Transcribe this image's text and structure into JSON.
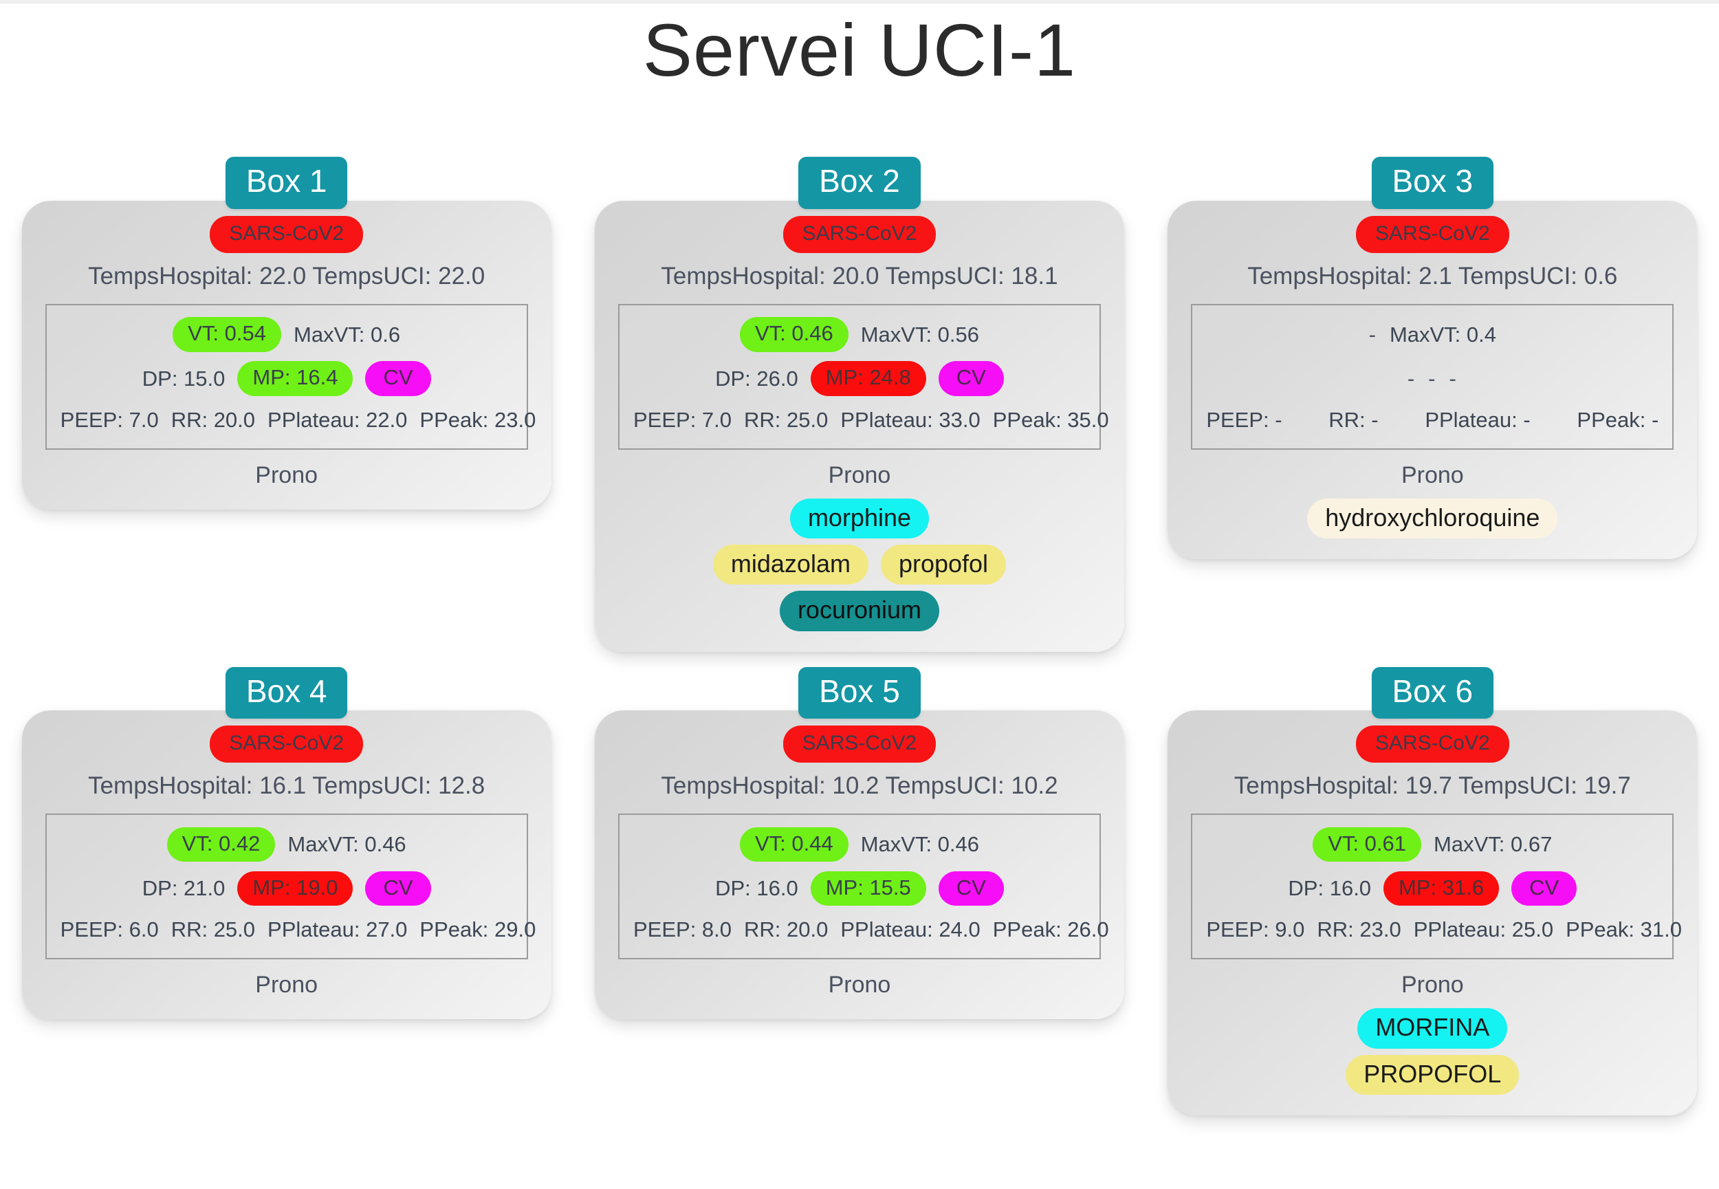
{
  "page": {
    "title": "Servei UCI-1",
    "labels": {
      "stay_prefix": "TempsHospital:",
      "icu_prefix": "TempsUCI:",
      "prono": "Prono",
      "diagnosis": "SARS-CoV2",
      "maxvt": "MaxVT:",
      "vt": "VT:",
      "dp": "DP:",
      "mp": "MP:",
      "cv": "CV",
      "peep": "PEEP:",
      "rr": "RR:",
      "pplateau": "PPlateau:",
      "ppeak": "PPeak:"
    }
  },
  "colors": {
    "tab_teal": "#1496a5",
    "badge_red": "#f81414",
    "pill_green": "#6ff016",
    "pill_red": "#fb0d0d",
    "pill_magenta": "#f60ef6",
    "med_cyan": "#15f2f2",
    "med_yellow": "#f2e882",
    "med_teal": "#169090",
    "med_cream": "#fbf3e2",
    "card_grey": "#dcdcdc",
    "text_slate": "#4a5160"
  },
  "boxes": [
    {
      "tab": "Box 1",
      "diagnosis": "SARS-CoV2",
      "stay": "TempsHospital: 22.0 TempsUCI: 22.0",
      "vt": "VT: 0.54",
      "vt_state": "green",
      "maxvt": "MaxVT: 0.6",
      "dp": "DP: 15.0",
      "mp": "MP: 16.4",
      "mp_state": "green",
      "cv": "CV",
      "peep": "PEEP: 7.0",
      "rr": "RR: 20.0",
      "pplateau": "PPlateau: 22.0",
      "ppeak": "PPeak: 23.0",
      "prono": "Prono",
      "med_rows": []
    },
    {
      "tab": "Box 2",
      "diagnosis": "SARS-CoV2",
      "stay": "TempsHospital: 20.0 TempsUCI: 18.1",
      "vt": "VT: 0.46",
      "vt_state": "green",
      "maxvt": "MaxVT: 0.56",
      "dp": "DP: 26.0",
      "mp": "MP: 24.8",
      "mp_state": "red",
      "cv": "CV",
      "peep": "PEEP: 7.0",
      "rr": "RR: 25.0",
      "pplateau": "PPlateau: 33.0",
      "ppeak": "PPeak: 35.0",
      "prono": "Prono",
      "med_rows": [
        [
          {
            "label": "morphine",
            "color": "cyan"
          }
        ],
        [
          {
            "label": "midazolam",
            "color": "yellow"
          },
          {
            "label": "propofol",
            "color": "yellow"
          }
        ],
        [
          {
            "label": "rocuronium",
            "color": "teal"
          }
        ]
      ]
    },
    {
      "tab": "Box 3",
      "diagnosis": "SARS-CoV2",
      "stay": "TempsHospital: 2.1 TempsUCI: 0.6",
      "vt": "-",
      "vt_state": "none",
      "maxvt": "MaxVT: 0.4",
      "dp": "-",
      "mp": "-",
      "mp_state": "none",
      "cv": "-",
      "peep": "PEEP: -",
      "rr": "RR: -",
      "pplateau": "PPlateau: -",
      "ppeak": "PPeak: -",
      "prono": "Prono",
      "med_rows": [
        [
          {
            "label": "hydroxychloroquine",
            "color": "cream"
          }
        ]
      ]
    },
    {
      "tab": "Box 4",
      "diagnosis": "SARS-CoV2",
      "stay": "TempsHospital: 16.1 TempsUCI: 12.8",
      "vt": "VT: 0.42",
      "vt_state": "green",
      "maxvt": "MaxVT: 0.46",
      "dp": "DP: 21.0",
      "mp": "MP: 19.0",
      "mp_state": "red",
      "cv": "CV",
      "peep": "PEEP: 6.0",
      "rr": "RR: 25.0",
      "pplateau": "PPlateau: 27.0",
      "ppeak": "PPeak: 29.0",
      "prono": "Prono",
      "med_rows": []
    },
    {
      "tab": "Box 5",
      "diagnosis": "SARS-CoV2",
      "stay": "TempsHospital: 10.2 TempsUCI: 10.2",
      "vt": "VT: 0.44",
      "vt_state": "green",
      "maxvt": "MaxVT: 0.46",
      "dp": "DP: 16.0",
      "mp": "MP: 15.5",
      "mp_state": "green",
      "cv": "CV",
      "peep": "PEEP: 8.0",
      "rr": "RR: 20.0",
      "pplateau": "PPlateau: 24.0",
      "ppeak": "PPeak: 26.0",
      "prono": "Prono",
      "med_rows": []
    },
    {
      "tab": "Box 6",
      "diagnosis": "SARS-CoV2",
      "stay": "TempsHospital: 19.7 TempsUCI: 19.7",
      "vt": "VT: 0.61",
      "vt_state": "green",
      "maxvt": "MaxVT: 0.67",
      "dp": "DP: 16.0",
      "mp": "MP: 31.6",
      "mp_state": "red",
      "cv": "CV",
      "peep": "PEEP: 9.0",
      "rr": "RR: 23.0",
      "pplateau": "PPlateau: 25.0",
      "ppeak": "PPeak: 31.0",
      "prono": "Prono",
      "med_rows": [
        [
          {
            "label": "MORFINA",
            "color": "cyan"
          }
        ],
        [
          {
            "label": "PROPOFOL",
            "color": "yellow"
          }
        ]
      ]
    }
  ]
}
